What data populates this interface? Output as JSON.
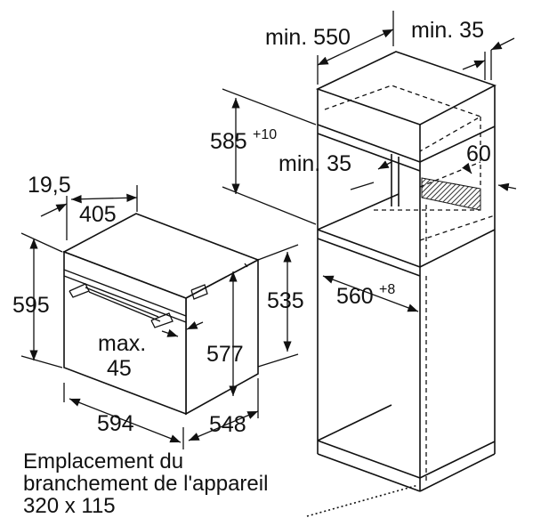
{
  "dimensions": {
    "cabinet_depth_min": "min. 550",
    "back_gap_min": "min. 35",
    "opening_height": "585",
    "opening_height_tol": "+10",
    "shelf_gap_min": "min. 35",
    "vent_depth": "60",
    "opening_width": "560",
    "opening_width_tol": "+8",
    "oven_offset": "19,5",
    "oven_depth_top": "405",
    "oven_height": "595",
    "oven_inner_height": "535",
    "oven_body_height": "577",
    "handle_max": "max.",
    "handle_value": "45",
    "oven_width": "594",
    "oven_depth": "548"
  },
  "caption": {
    "line1": "Emplacement du",
    "line2": "branchement de l'appareil",
    "line3": "320 x 115"
  }
}
